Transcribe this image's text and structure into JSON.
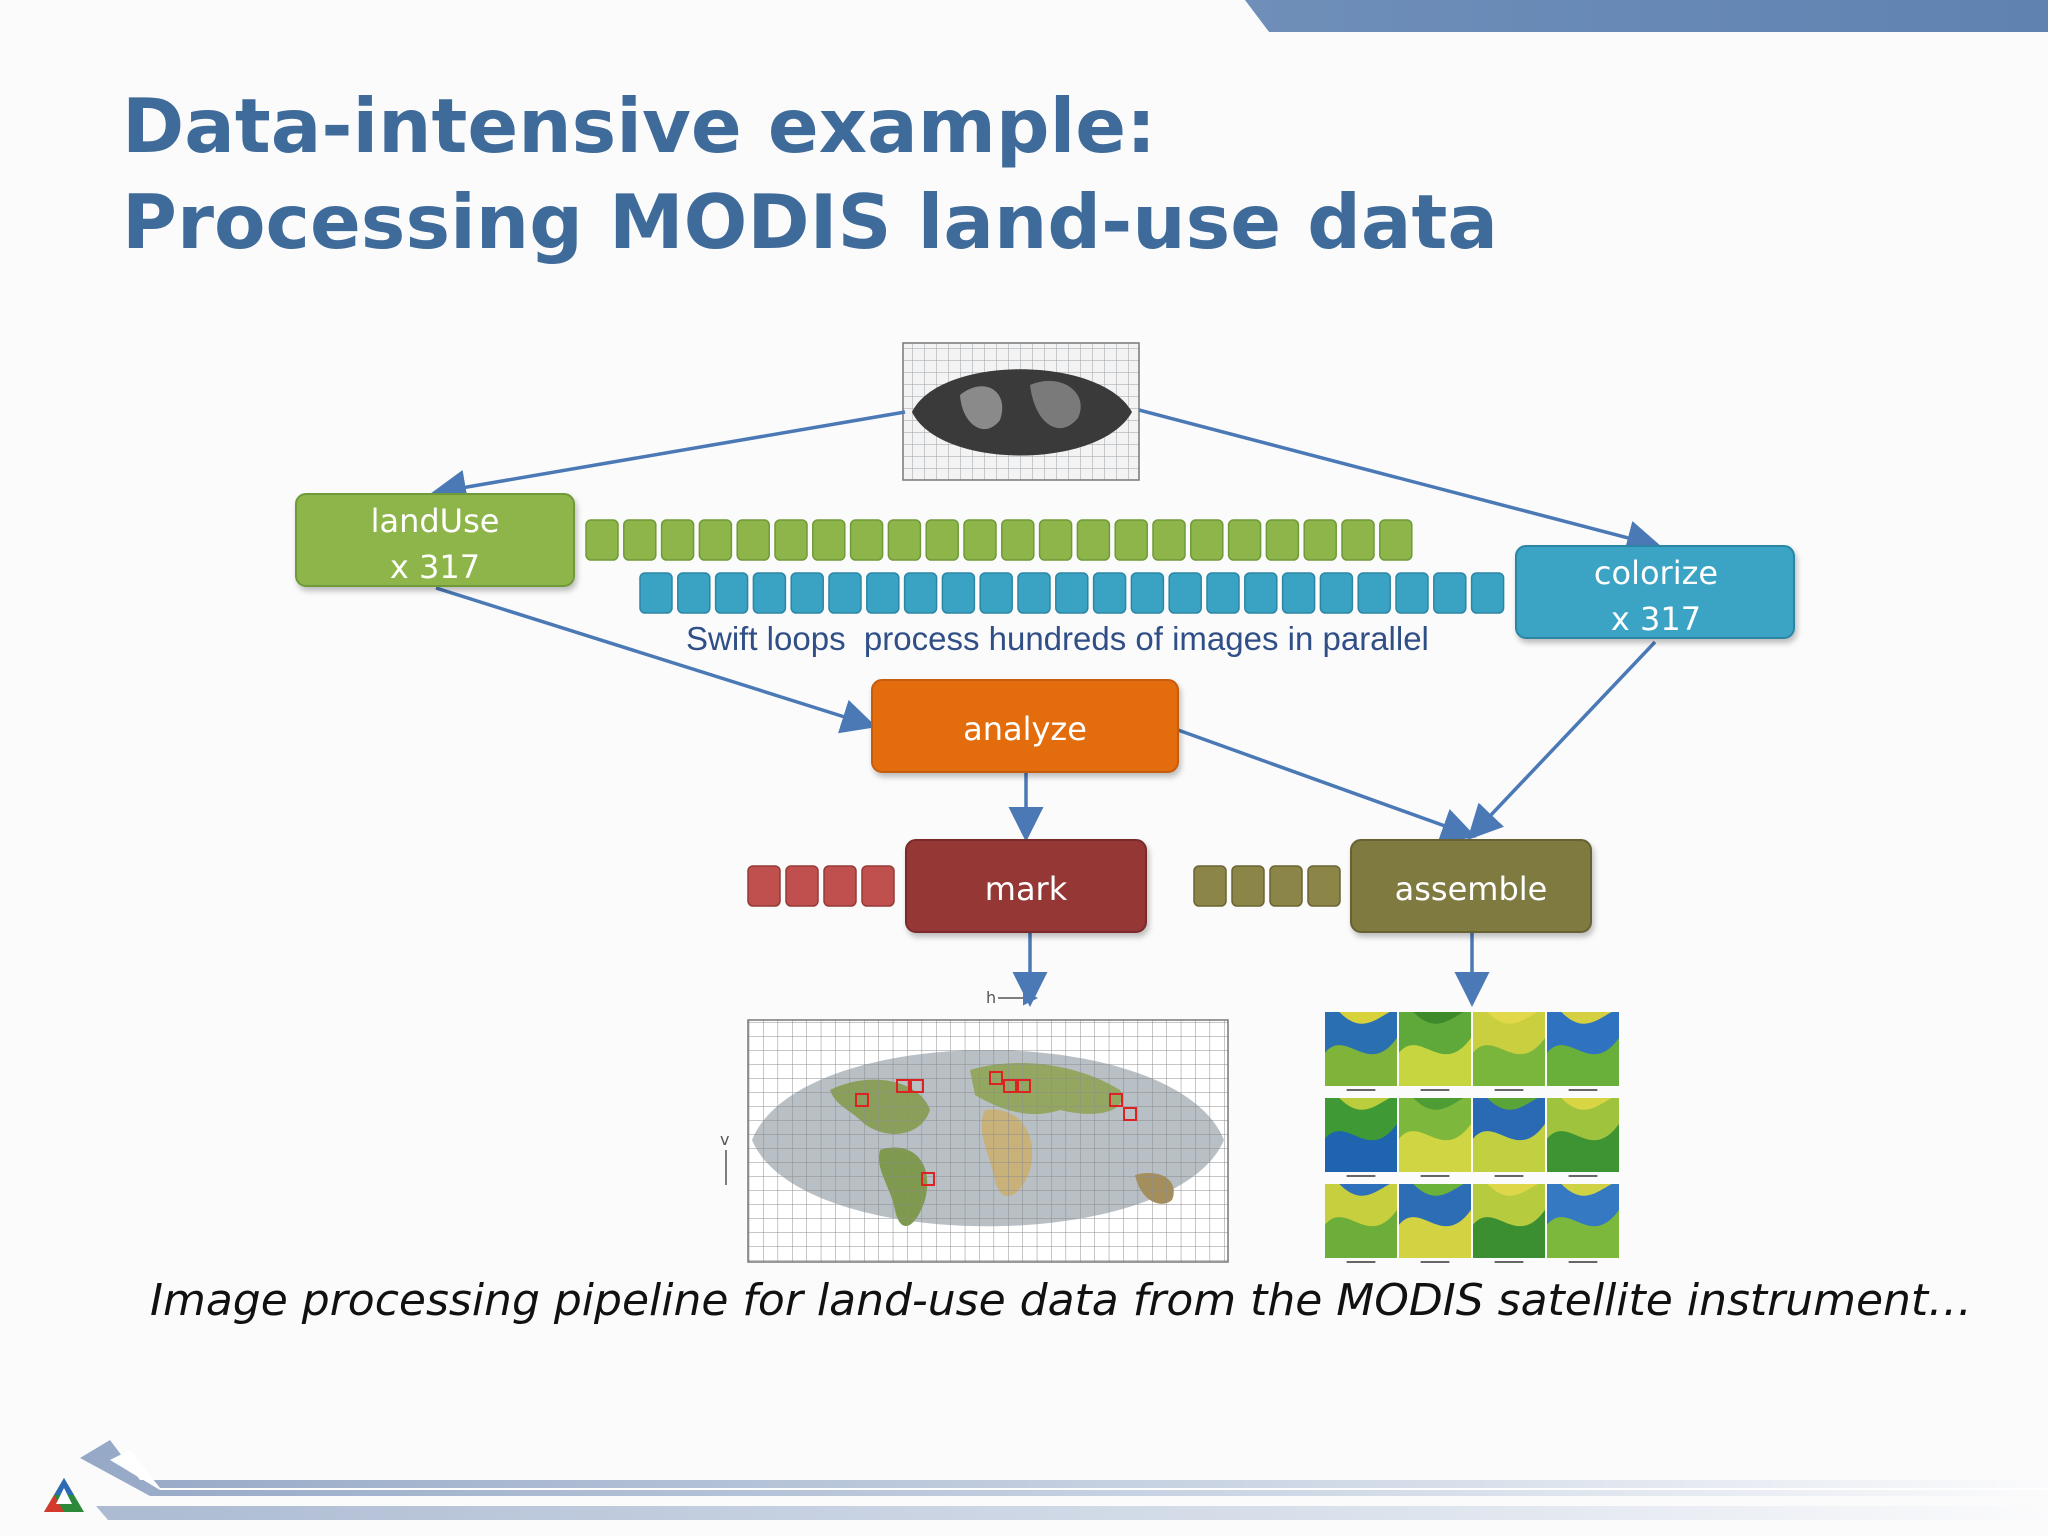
{
  "slide": {
    "title_line1": "Data-intensive example:",
    "title_line2": "Processing MODIS land-use data",
    "caption": "Image processing pipeline for land-use data from the MODIS satellite instrument…"
  },
  "nodes": {
    "landuse": {
      "line1": "landUse",
      "line2": "x 317",
      "color": "#8db54a"
    },
    "colorize": {
      "line1": "colorize",
      "line2": "x 317",
      "color": "#3aa3c4"
    },
    "analyze": {
      "label": "analyze",
      "color": "#e36c0a"
    },
    "mark": {
      "label": "mark",
      "color": "#953735"
    },
    "assemble": {
      "label": "assemble",
      "color": "#7f7a3f"
    }
  },
  "loops_caption": "Swift loops  process hundreds of images in parallel",
  "map_axis": {
    "h_label": "h",
    "v_label": "v"
  },
  "colors": {
    "title": "#3f6b9a",
    "arrow": "#4a79b6",
    "green_task": "#8db54a",
    "blue_task": "#3aa3c4",
    "red_task": "#c0504d",
    "olive_task": "#8c8548"
  }
}
